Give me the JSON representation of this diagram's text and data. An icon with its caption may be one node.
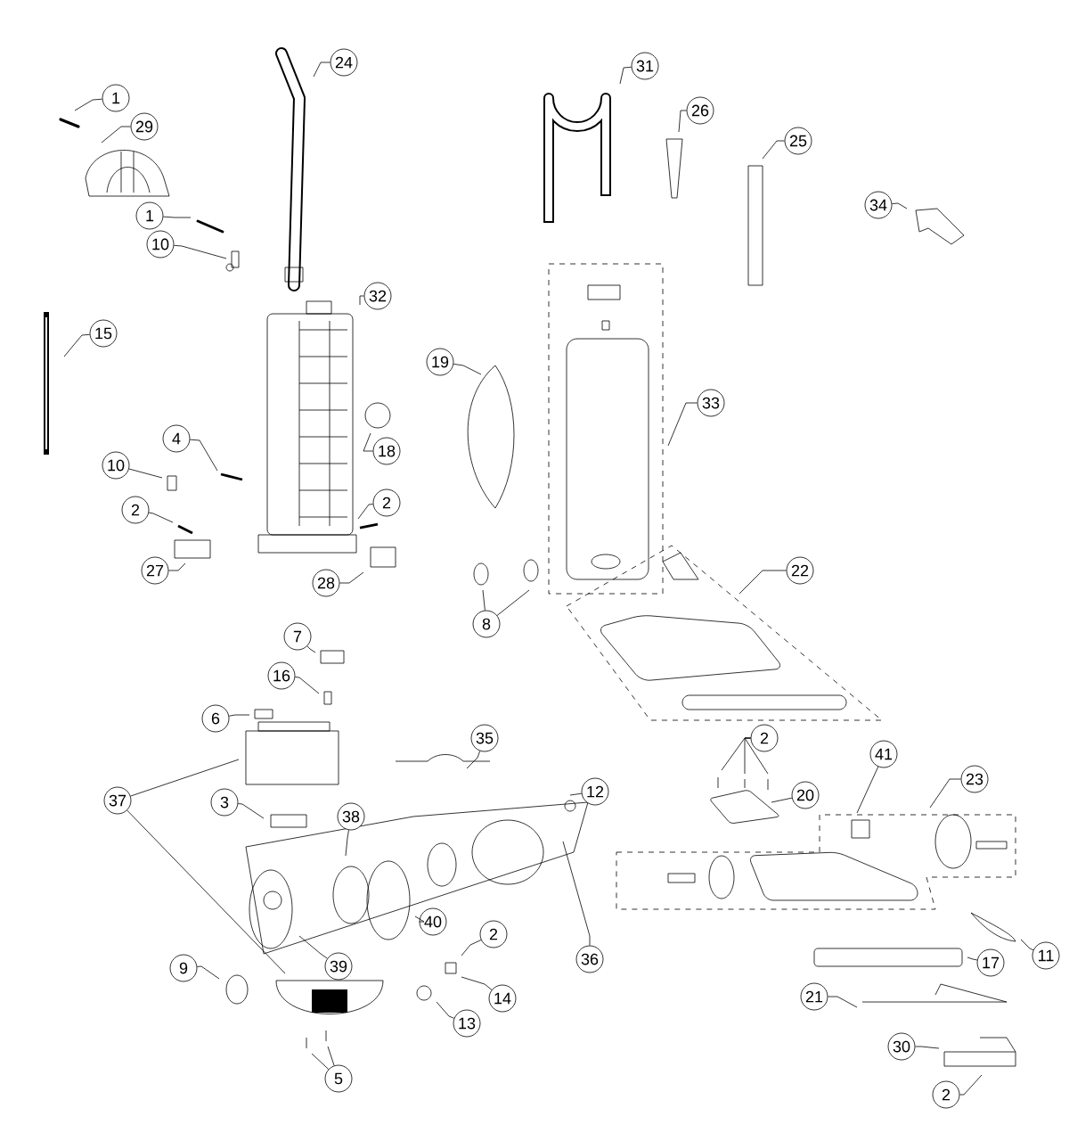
{
  "diagram": {
    "nodes": [
      {
        "text": [
          "1"
        ]
      },
      {
        "text": [
          "29"
        ]
      },
      {
        "text": [
          "1"
        ]
      },
      {
        "text": [
          "10"
        ]
      },
      {
        "text": [
          "24"
        ]
      },
      {
        "text": [
          "32"
        ]
      },
      {
        "text": [
          "15"
        ]
      },
      {
        "text": [
          "19"
        ]
      },
      {
        "text": [
          "31"
        ]
      },
      {
        "text": [
          "26"
        ]
      },
      {
        "text": [
          "25"
        ]
      },
      {
        "text": [
          "34"
        ]
      },
      {
        "text": [
          "33"
        ]
      },
      {
        "text": [
          "4"
        ]
      },
      {
        "text": [
          "18"
        ]
      },
      {
        "text": [
          "10"
        ]
      },
      {
        "text": [
          "2"
        ]
      },
      {
        "text": [
          "2"
        ]
      },
      {
        "text": [
          "27"
        ]
      },
      {
        "text": [
          "28"
        ]
      },
      {
        "text": [
          "8"
        ]
      },
      {
        "text": [
          "22"
        ]
      },
      {
        "text": [
          "7"
        ]
      },
      {
        "text": [
          "16"
        ]
      },
      {
        "text": [
          "6"
        ]
      },
      {
        "text": [
          "35"
        ]
      },
      {
        "text": [
          "2"
        ]
      },
      {
        "text": [
          "12"
        ]
      },
      {
        "text": [
          "20"
        ]
      },
      {
        "text": [
          "41"
        ]
      },
      {
        "text": [
          "23"
        ]
      },
      {
        "text": [
          "37"
        ]
      },
      {
        "text": [
          "3"
        ]
      },
      {
        "text": [
          "38"
        ]
      },
      {
        "text": [
          "40"
        ]
      },
      {
        "text": [
          "39"
        ]
      },
      {
        "text": [
          "36"
        ]
      },
      {
        "text": [
          "9"
        ]
      },
      {
        "text": [
          "2"
        ]
      },
      {
        "text": [
          "14"
        ]
      },
      {
        "text": [
          "13"
        ]
      },
      {
        "text": [
          "5"
        ]
      },
      {
        "text": [
          "11"
        ]
      },
      {
        "text": [
          "17"
        ]
      },
      {
        "text": [
          "21"
        ]
      },
      {
        "text": [
          "30"
        ]
      },
      {
        "text": [
          "2"
        ]
      }
    ],
    "edges": [
      {
        "from": 0,
        "to": null,
        "arrow": "none"
      },
      {
        "from": 1,
        "to": null,
        "arrow": "none"
      },
      {
        "from": 2,
        "to": null,
        "arrow": "none"
      },
      {
        "from": 3,
        "to": null,
        "arrow": "none"
      },
      {
        "from": 4,
        "to": null,
        "arrow": "none"
      },
      {
        "from": 5,
        "to": null,
        "arrow": "none"
      },
      {
        "from": 6,
        "to": null,
        "arrow": "none"
      },
      {
        "from": 7,
        "to": null,
        "arrow": "none"
      },
      {
        "from": 8,
        "to": null,
        "arrow": "none"
      },
      {
        "from": 9,
        "to": null,
        "arrow": "none"
      },
      {
        "from": 10,
        "to": null,
        "arrow": "none"
      },
      {
        "from": 11,
        "to": null,
        "arrow": "none"
      },
      {
        "from": 12,
        "to": null,
        "arrow": "none"
      },
      {
        "from": 13,
        "to": null,
        "arrow": "none"
      },
      {
        "from": 14,
        "to": null,
        "arrow": "none"
      },
      {
        "from": 15,
        "to": null,
        "arrow": "none"
      },
      {
        "from": 16,
        "to": null,
        "arrow": "none"
      },
      {
        "from": 17,
        "to": null,
        "arrow": "none"
      },
      {
        "from": 18,
        "to": null,
        "arrow": "none"
      },
      {
        "from": 19,
        "to": null,
        "arrow": "none"
      },
      {
        "from": 20,
        "to": null,
        "arrow": "none"
      },
      {
        "from": 20,
        "to": null,
        "arrow": "none"
      },
      {
        "from": 21,
        "to": null,
        "arrow": "none"
      },
      {
        "from": 22,
        "to": null,
        "arrow": "none"
      },
      {
        "from": 23,
        "to": null,
        "arrow": "none"
      },
      {
        "from": 24,
        "to": null,
        "arrow": "none"
      },
      {
        "from": 25,
        "to": null,
        "arrow": "none"
      },
      {
        "from": 26,
        "to": null,
        "arrow": "none"
      },
      {
        "from": 26,
        "to": null,
        "arrow": "none"
      },
      {
        "from": 26,
        "to": null,
        "arrow": "none"
      },
      {
        "from": 27,
        "to": null,
        "arrow": "none"
      },
      {
        "from": 28,
        "to": null,
        "arrow": "none"
      },
      {
        "from": 29,
        "to": null,
        "arrow": "none"
      },
      {
        "from": 30,
        "to": null,
        "arrow": "none"
      },
      {
        "from": 31,
        "to": null,
        "arrow": "none"
      },
      {
        "from": 31,
        "to": null,
        "arrow": "none"
      },
      {
        "from": 32,
        "to": null,
        "arrow": "none"
      },
      {
        "from": 33,
        "to": null,
        "arrow": "none"
      },
      {
        "from": 34,
        "to": null,
        "arrow": "none"
      },
      {
        "from": 35,
        "to": null,
        "arrow": "none"
      },
      {
        "from": 36,
        "to": null,
        "arrow": "none"
      },
      {
        "from": 37,
        "to": null,
        "arrow": "none"
      },
      {
        "from": 38,
        "to": null,
        "arrow": "none"
      },
      {
        "from": 39,
        "to": null,
        "arrow": "none"
      },
      {
        "from": 40,
        "to": null,
        "arrow": "none"
      },
      {
        "from": 41,
        "to": null,
        "arrow": "none"
      },
      {
        "from": 41,
        "to": null,
        "arrow": "none"
      },
      {
        "from": 42,
        "to": null,
        "arrow": "none"
      },
      {
        "from": 43,
        "to": null,
        "arrow": "none"
      },
      {
        "from": 44,
        "to": null,
        "arrow": "none"
      },
      {
        "from": 45,
        "to": null,
        "arrow": "none"
      },
      {
        "from": 46,
        "to": null,
        "arrow": "none"
      }
    ]
  }
}
